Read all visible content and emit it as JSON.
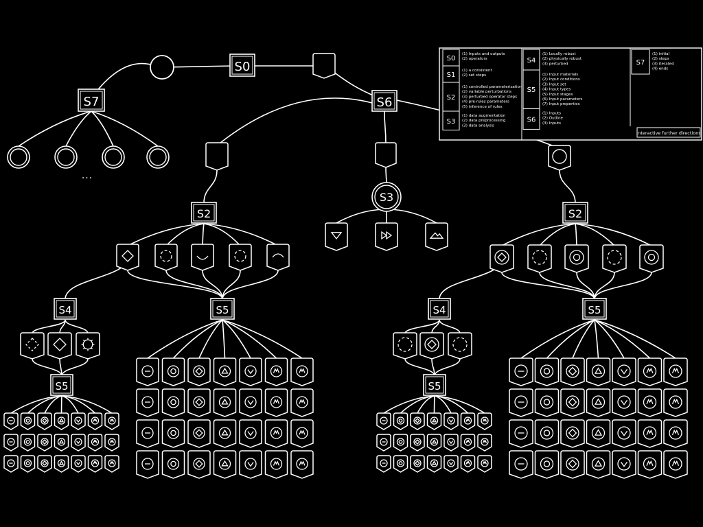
{
  "colors": {
    "background": "#000000",
    "stroke": "#ffffff"
  },
  "stages": {
    "s0": "S0",
    "s7": "S7",
    "s6": "S6",
    "s3": "S3",
    "s2_left": "S2",
    "s2_right": "S2",
    "s4_left": "S4",
    "s4_right": "S4",
    "s5_left_small": "S5",
    "s5_left_center": "S5",
    "s5_right_small": "S5",
    "s5_right_center": "S5"
  },
  "ellipsis": "...",
  "legend": {
    "col1": [
      {
        "tag": "S0",
        "lines": [
          "(1) Inputs and outputs",
          "(2) operators"
        ]
      },
      {
        "tag": "S1",
        "lines": [
          "(1) a consistent",
          "(2) set steps"
        ]
      },
      {
        "tag": "S2",
        "lines": [
          "(1) controlled parameterization",
          "(2) variable perturbations",
          "(3) perturbed operator steps",
          "(4) pre-rules parameters",
          "(5) inference of rules"
        ]
      },
      {
        "tag": "S3",
        "lines": [
          "(1) data augmentation",
          "(2) data preprocessing",
          "(3) data analysis"
        ]
      }
    ],
    "col2": [
      {
        "tag": "S4",
        "lines": [
          "(1) Locally robust",
          "(2) physically robust",
          "(3) perturbed"
        ]
      },
      {
        "tag": "S5",
        "lines": [
          "(1) Input materials",
          "(2) Input conditions",
          "(3) Input set",
          "(4) Input types",
          "(5) Input stages",
          "(6) Input parameters",
          "(7) Input properties"
        ]
      },
      {
        "tag": "S6",
        "lines": [
          "(1) Inputs",
          "(2) Outline",
          "(3) Inputs"
        ]
      }
    ],
    "col3": [
      {
        "tag": "S7",
        "lines": [
          "(1) initial",
          "(2) steps",
          "(3) iterated",
          "(4) ends"
        ]
      }
    ],
    "footer": "Interactive further directions"
  }
}
